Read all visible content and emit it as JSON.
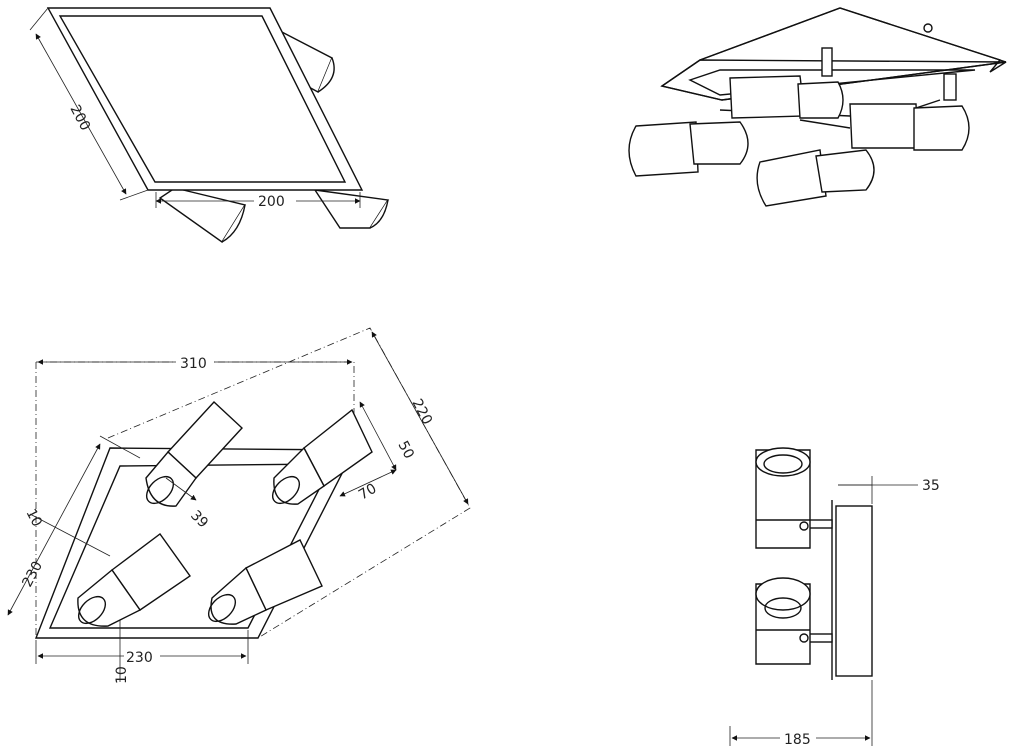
{
  "top_view": {
    "dim_width": "200",
    "dim_depth": "200"
  },
  "plan_view": {
    "dim_length": "310",
    "dim_diagonal": "220",
    "dim_side": "230",
    "dim_bottom": "230",
    "dim_offset_top": "10",
    "dim_offset_bottom": "10",
    "dim_spot_dia": "39",
    "dim_spot_width": "50",
    "dim_spot_len": "70"
  },
  "side_view": {
    "dim_depth": "35",
    "dim_height": "185"
  }
}
